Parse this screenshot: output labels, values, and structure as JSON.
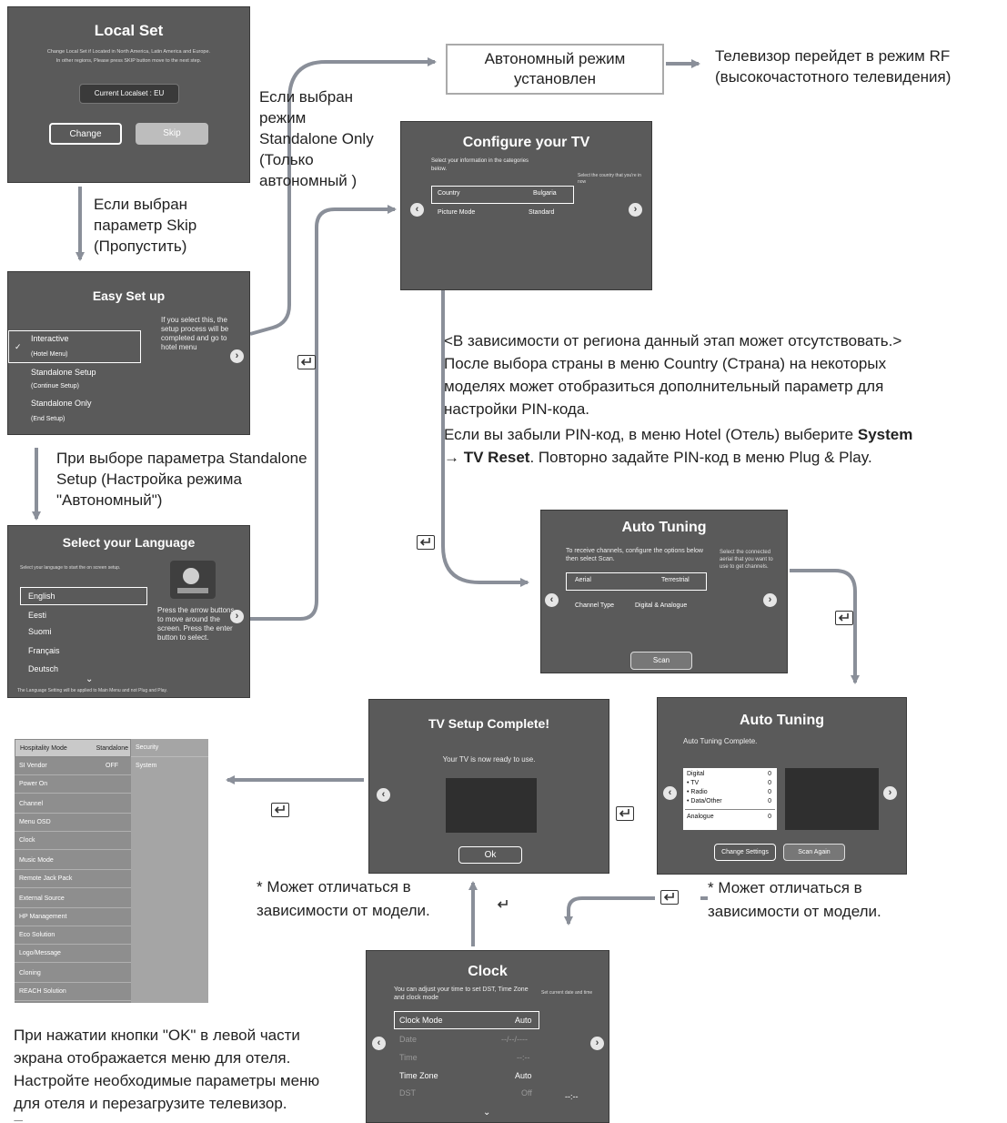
{
  "local_set": {
    "title": "Local Set",
    "desc1": "Change Local Set if Located in North America, Latin America and Europe.",
    "desc2": "In other regions, Please press SKIP button move to the next step.",
    "current": "Current Localset : EU",
    "change": "Change",
    "skip": "Skip"
  },
  "standalone_mode": {
    "box": "Автономный режим установлен",
    "result": "Телевизор перейдет в режим RF (высокочастотного телевидения)",
    "note": "Если выбран режим Standalone Only (Только автономный )"
  },
  "skip_note": "Если выбран параметр Skip (Пропустить)",
  "configure": {
    "title": "Configure your TV",
    "desc": "Select your information in the categories below.",
    "help": "Select the country that you're in now",
    "rows": [
      {
        "label": "Country",
        "value": "Bulgaria"
      },
      {
        "label": "Picture Mode",
        "value": "Standard"
      }
    ]
  },
  "easy_setup": {
    "title": "Easy Set up",
    "items": [
      {
        "label": "Interactive",
        "sub": "(Hotel Menu)"
      },
      {
        "label": "Standalone Setup",
        "sub": "(Continue Setup)"
      },
      {
        "label": "Standalone Only",
        "sub": "(End Setup)"
      }
    ],
    "help": "If you select this, the setup process will be completed and go to hotel menu"
  },
  "region_note": {
    "p1": "<В зависимости от региона данный этап может отсутствовать.> После выбора страны в меню Country (Страна) на некоторых моделях может отобразиться дополнительный параметр для настройки PIN-кода.",
    "p2a": "Если вы забыли PIN-код, в меню Hotel (Отель) выберите ",
    "p2b": "System → TV Reset",
    "p2c": ". Повторно задайте PIN-код в меню Plug & Play."
  },
  "standalone_setup_note": "При выборе параметра Standalone Setup (Настройка режима \"Автономный\")",
  "language": {
    "title": "Select your Language",
    "desc": "Select your language to start the on screen setup.",
    "items": [
      "English",
      "Eesti",
      "Suomi",
      "Français",
      "Deutsch"
    ],
    "help": "Press the arrow buttons to move around the screen. Press the enter button to select.",
    "footer": "The Language Setting will be applied to Main Menu and not Plug and Play."
  },
  "auto_tuning1": {
    "title": "Auto Tuning",
    "desc": "To receive channels, configure the options below then select Scan.",
    "help": "Select the connected aerial that you want to use to get channels.",
    "rows": [
      {
        "label": "Aerial",
        "value": "Terrestrial"
      },
      {
        "label": "Channel Type",
        "value": "Digital & Analogue"
      }
    ],
    "scan": "Scan"
  },
  "auto_tuning2": {
    "title": "Auto Tuning",
    "complete": "Auto Tuning Complete.",
    "rows": [
      {
        "label": "Digital",
        "value": "0"
      },
      {
        "label": "• TV",
        "value": "0"
      },
      {
        "label": "• Radio",
        "value": "0"
      },
      {
        "label": "• Data/Other",
        "value": "0"
      },
      {
        "label": "Analogue",
        "value": "0"
      }
    ],
    "change_settings": "Change Settings",
    "scan_again": "Scan Again"
  },
  "setup_complete": {
    "title": "TV Setup Complete!",
    "desc": "Your TV is now ready to use.",
    "ok": "Ok"
  },
  "hotel_menu": {
    "left": [
      {
        "label": "Hospitality Mode",
        "value": "Standalone"
      },
      {
        "label": "SI Vendor",
        "value": "OFF"
      },
      {
        "label": "Power On",
        "value": ""
      },
      {
        "label": "Channel",
        "value": ""
      },
      {
        "label": "Menu OSD",
        "value": ""
      },
      {
        "label": "Clock",
        "value": ""
      },
      {
        "label": "Music Mode",
        "value": ""
      },
      {
        "label": "Remote Jack Pack",
        "value": ""
      },
      {
        "label": "External Source",
        "value": ""
      },
      {
        "label": "HP Management",
        "value": ""
      },
      {
        "label": "Eco Solution",
        "value": ""
      },
      {
        "label": "Logo/Message",
        "value": ""
      },
      {
        "label": "Cloning",
        "value": ""
      },
      {
        "label": "REACH Solution",
        "value": ""
      }
    ],
    "right": [
      "Security",
      "System"
    ]
  },
  "model_note1": "* Может отличаться в зависимости от модели.",
  "model_note2": "* Может отличаться в зависимости от модели.",
  "clock": {
    "title": "Clock",
    "desc": "You can adjust your time to set DST, Time Zone and clock mode",
    "help": "Set current date and time",
    "rows": [
      {
        "label": "Clock Mode",
        "value": "Auto"
      },
      {
        "label": "Date",
        "value": "--/--/----"
      },
      {
        "label": "Time",
        "value": "--:--"
      },
      {
        "label": "Time Zone",
        "value": "Auto"
      },
      {
        "label": "DST",
        "value": "Off"
      }
    ],
    "time_side": "--:--"
  },
  "ok_note": "При нажатии кнопки \"OK\" в левой части экрана отображается меню для отеля. Настройте необходимые параметры меню для отеля и перезагрузите телевизор. Теперь"
}
